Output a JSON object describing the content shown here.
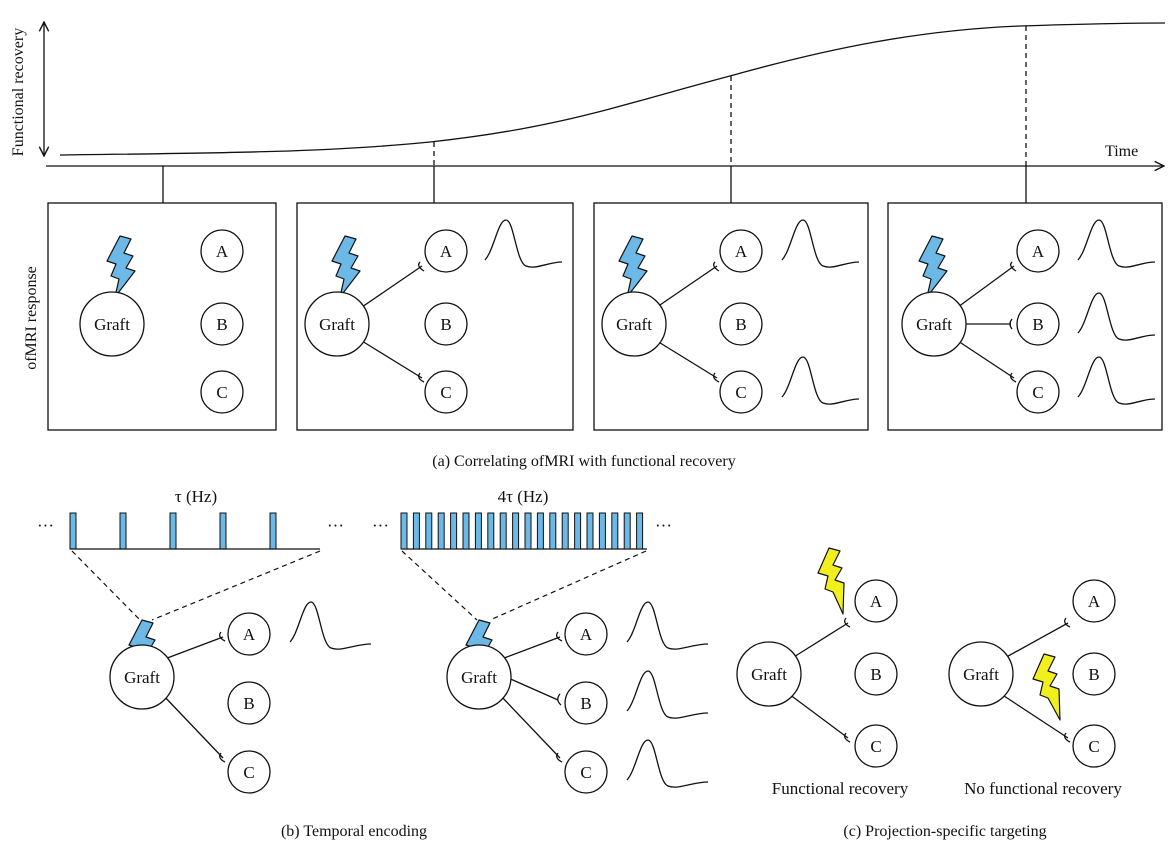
{
  "panel_a": {
    "y_axis_label": "Functional recovery",
    "x_axis_label": "Time",
    "side_label": "ofMRI response",
    "caption": "(a)  Correlating ofMRI with functional recovery"
  },
  "panel_b": {
    "freq_label_1": "τ (Hz)",
    "freq_label_2": "4τ (Hz)",
    "ellipsis": "···",
    "caption": "(b)  Temporal encoding"
  },
  "panel_c": {
    "label_left": "Functional recovery",
    "label_right": "No functional recovery",
    "caption": "(c)  Projection-specific targeting"
  },
  "nodes": {
    "graft": "Graft",
    "a": "A",
    "b": "B",
    "c": "C"
  },
  "colors": {
    "stim_blue": "#6cb8e6",
    "stim_yellow": "#f2ef1e",
    "stroke": "#111111"
  }
}
